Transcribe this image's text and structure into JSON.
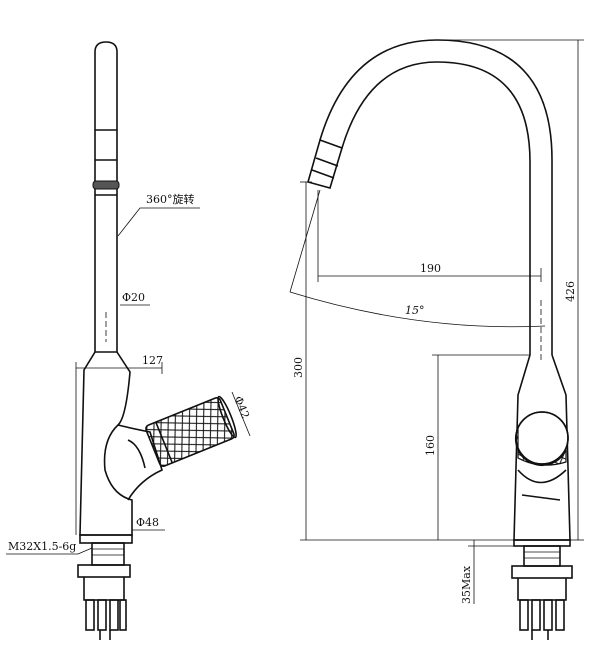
{
  "labels": {
    "rotation": "360°旋转",
    "dia20": "Φ20",
    "width127": "127",
    "dia42": "Φ42",
    "dia48": "Φ48",
    "thread": "M32X1.5-6g",
    "reach190": "190",
    "angle15": "15°",
    "height426": "426",
    "height300": "300",
    "height160": "160",
    "max35": "35Max"
  }
}
